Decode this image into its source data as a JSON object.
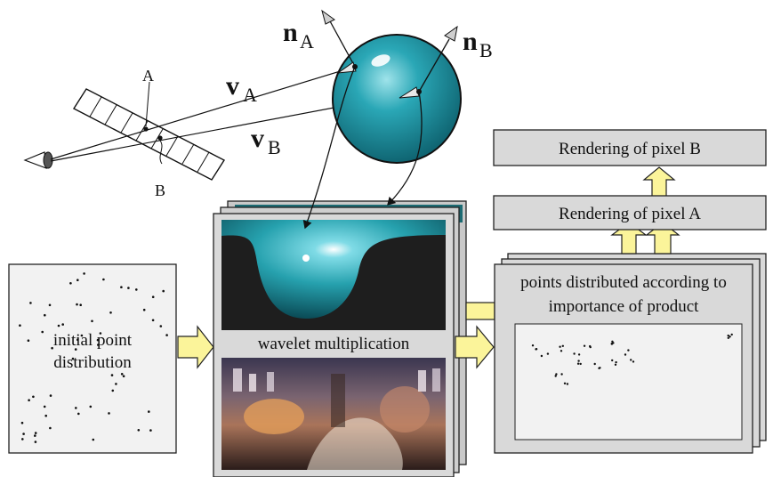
{
  "geometry": {
    "point_a_label": "A",
    "point_b_label": "B",
    "normal_a": {
      "base": "n",
      "sub": "A"
    },
    "normal_b": {
      "base": "n",
      "sub": "B"
    },
    "view_a": {
      "base": "v",
      "sub": "A"
    },
    "view_b": {
      "base": "v",
      "sub": "B"
    }
  },
  "initial_points": {
    "label_line1": "initial point",
    "label_line2": "distribution"
  },
  "wavelet": {
    "label": "wavelet multiplication"
  },
  "product": {
    "label_line1": "points distributed according to",
    "label_line2": "importance of product"
  },
  "render": {
    "pixel_a": "Rendering of pixel A",
    "pixel_b": "Rendering of pixel B"
  },
  "colors": {
    "sphere": "#1f97a6",
    "panel_gray": "#d9d9d9",
    "panel_light": "#f2f2f2",
    "arrow_yellow": "#fbf49a",
    "brdf_teal": "#2aa4b1"
  }
}
